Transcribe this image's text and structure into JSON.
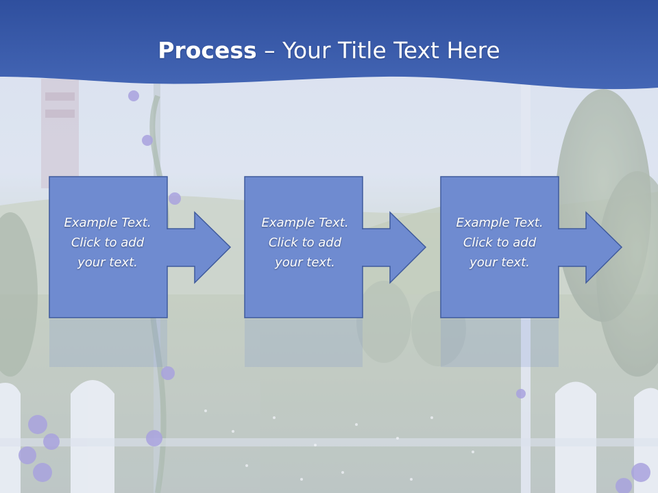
{
  "slide": {
    "title_bold": "Process",
    "title_rest": " – Your Title Text Here"
  },
  "steps": [
    {
      "line1": "Example Text.",
      "line2": "Click  to add",
      "line3": "your text."
    },
    {
      "line1": "Example Text.",
      "line2": "Click  to add",
      "line3": "your text."
    },
    {
      "line1": "Example Text.",
      "line2": "Click  to add",
      "line3": "your text."
    }
  ],
  "colors": {
    "header": "#3b5cab",
    "box_fill": "#6f8bd0",
    "box_stroke": "#3f5a9c",
    "text": "#ffffff"
  }
}
